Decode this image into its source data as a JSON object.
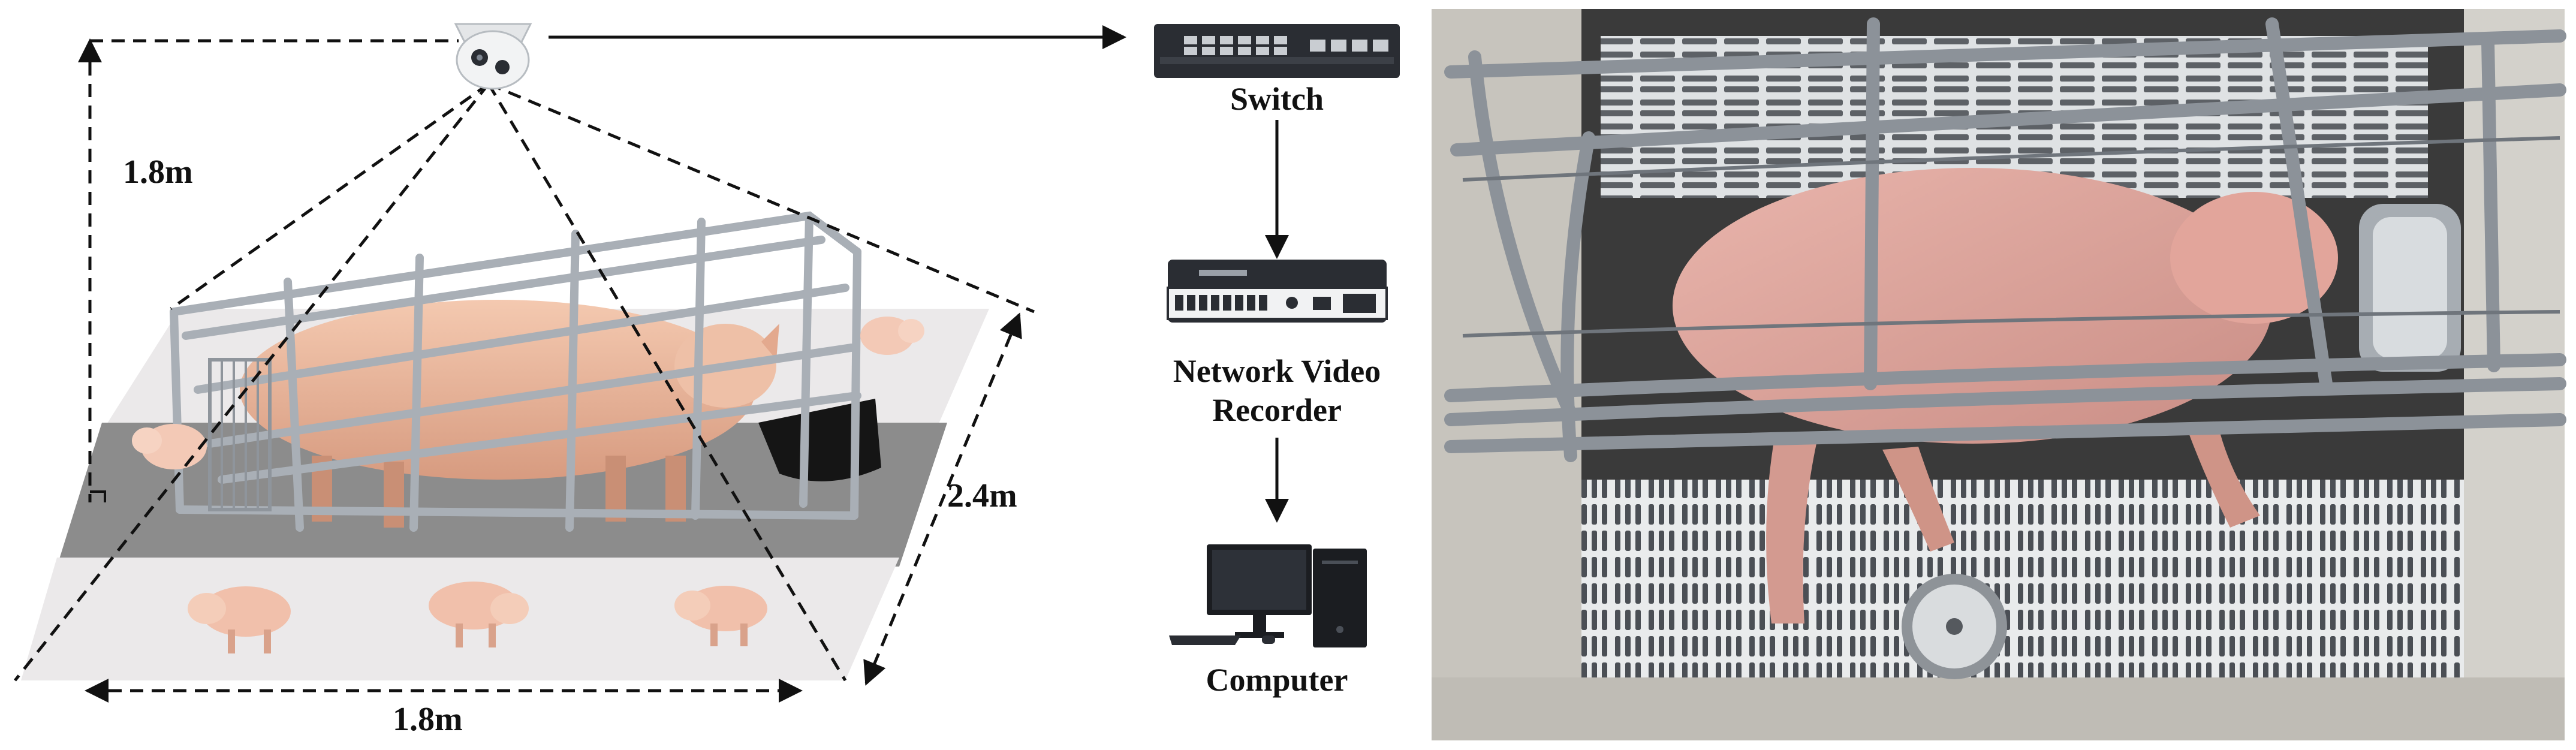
{
  "diagram": {
    "dimensions": {
      "height": "1.8m",
      "depth": "2.4m",
      "width": "1.8m"
    },
    "devices": {
      "switch": "Switch",
      "nvr_line1": "Network Video",
      "nvr_line2": "Recorder",
      "computer": "Computer"
    }
  },
  "colors": {
    "floor_light": "#ebe9ea",
    "floor_dark": "#8c8c8c",
    "pig_pink": "#e8b59a",
    "piglet_pink": "#f3c9b6",
    "crate_metal": "#a9afb6",
    "device_dark": "#2a2d33",
    "slat_white": "#e9ebec",
    "photo_floor": "#3a3a3a"
  },
  "icons": {
    "camera": "dome-camera-icon",
    "switch": "network-switch-icon",
    "nvr": "nvr-icon",
    "computer": "desktop-computer-icon"
  }
}
